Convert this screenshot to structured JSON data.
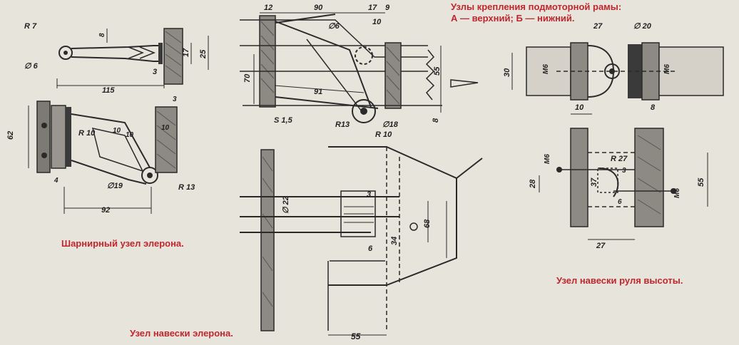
{
  "captions": {
    "aileron_hinge": "Шарнирный узел элерона.",
    "aileron_mount": "Узел навески элерона.",
    "frame_title": "Узлы крепления подмоторной рамы:",
    "frame_sub": "А — верхний; Б — нижний.",
    "elevator_mount": "Узел навески руля высоты."
  },
  "dims": {
    "a_r7": "R 7",
    "a_phi6": "∅ 6",
    "a_8": "8",
    "a_17": "17",
    "a_25": "25",
    "a_3": "3",
    "a_115": "115",
    "b_62": "62",
    "b_r10": "R 10",
    "b_10a": "10",
    "b_10b": "10",
    "b_10c": "10",
    "b_3": "3",
    "b_4": "4",
    "b_phi19": "∅19",
    "b_r13": "R 13",
    "b_92": "92",
    "c_12": "12",
    "c_90": "90",
    "c_17": "17",
    "c_9": "9",
    "c_10": "10",
    "c_phi6": "∅6",
    "c_70": "70",
    "c_91": "91",
    "c_55": "55",
    "c_8": "8",
    "c_s": "S 1,5",
    "c_r13": "R13",
    "c_r10": "R 10",
    "c_phi18": "∅18",
    "d_phi22": "∅ 22",
    "d_3": "3",
    "d_68": "68",
    "d_34": "34",
    "d_6": "6",
    "d_55": "55",
    "e_27": "27",
    "e_phi20": "∅ 20",
    "e_30": "30",
    "e_m6a": "M6",
    "e_m6b": "M6",
    "e_10": "10",
    "e_8": "8",
    "f_m6": "M6",
    "f_r27": "R 27",
    "f_37": "37",
    "f_28": "28",
    "f_55": "55",
    "f_6": "6",
    "f_m6b": "M6",
    "f_27": "27",
    "f_3": "3"
  },
  "colors": {
    "caption": "#c0262d",
    "paper": "#e7e4dc",
    "ink": "#2a2a2a"
  }
}
